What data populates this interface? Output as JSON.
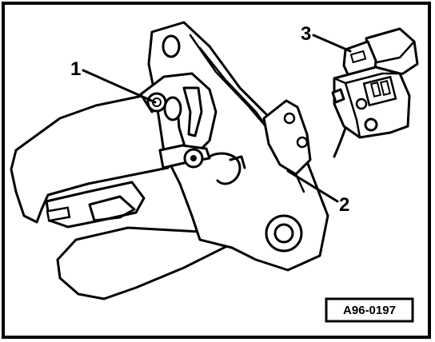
{
  "figure": {
    "reference_code": "A96-0197",
    "callouts": [
      {
        "id": "1",
        "label": "1"
      },
      {
        "id": "2",
        "label": "2"
      },
      {
        "id": "3",
        "label": "3"
      }
    ]
  }
}
